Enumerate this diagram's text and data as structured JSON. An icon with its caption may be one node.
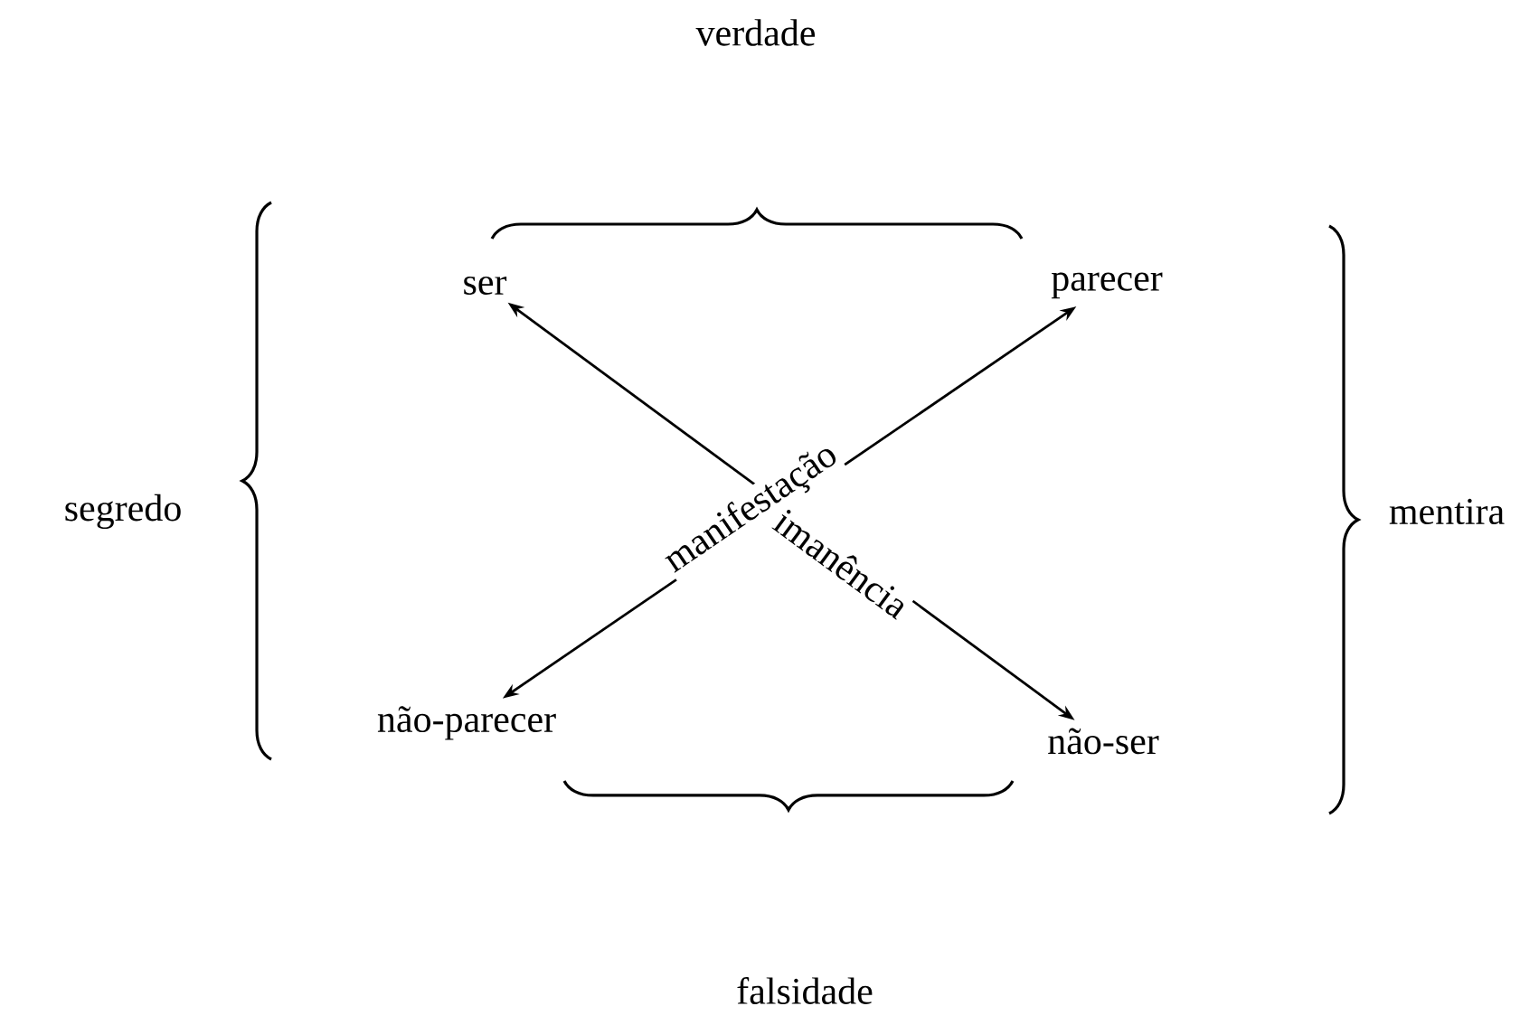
{
  "diagram": {
    "nodes": [
      {
        "text": [
          "ser"
        ]
      },
      {
        "text": [
          "parecer"
        ]
      },
      {
        "text": [
          "não-parecer"
        ]
      },
      {
        "text": [
          "não-ser"
        ]
      }
    ],
    "edges": [
      {
        "from": 2,
        "to": 1,
        "arrow": "both",
        "label": "manifestação"
      },
      {
        "from": 0,
        "to": 3,
        "arrow": "both",
        "label": "imanência"
      }
    ],
    "labels": [
      "verdade",
      "segredo",
      "mentira",
      "falsidade"
    ]
  }
}
